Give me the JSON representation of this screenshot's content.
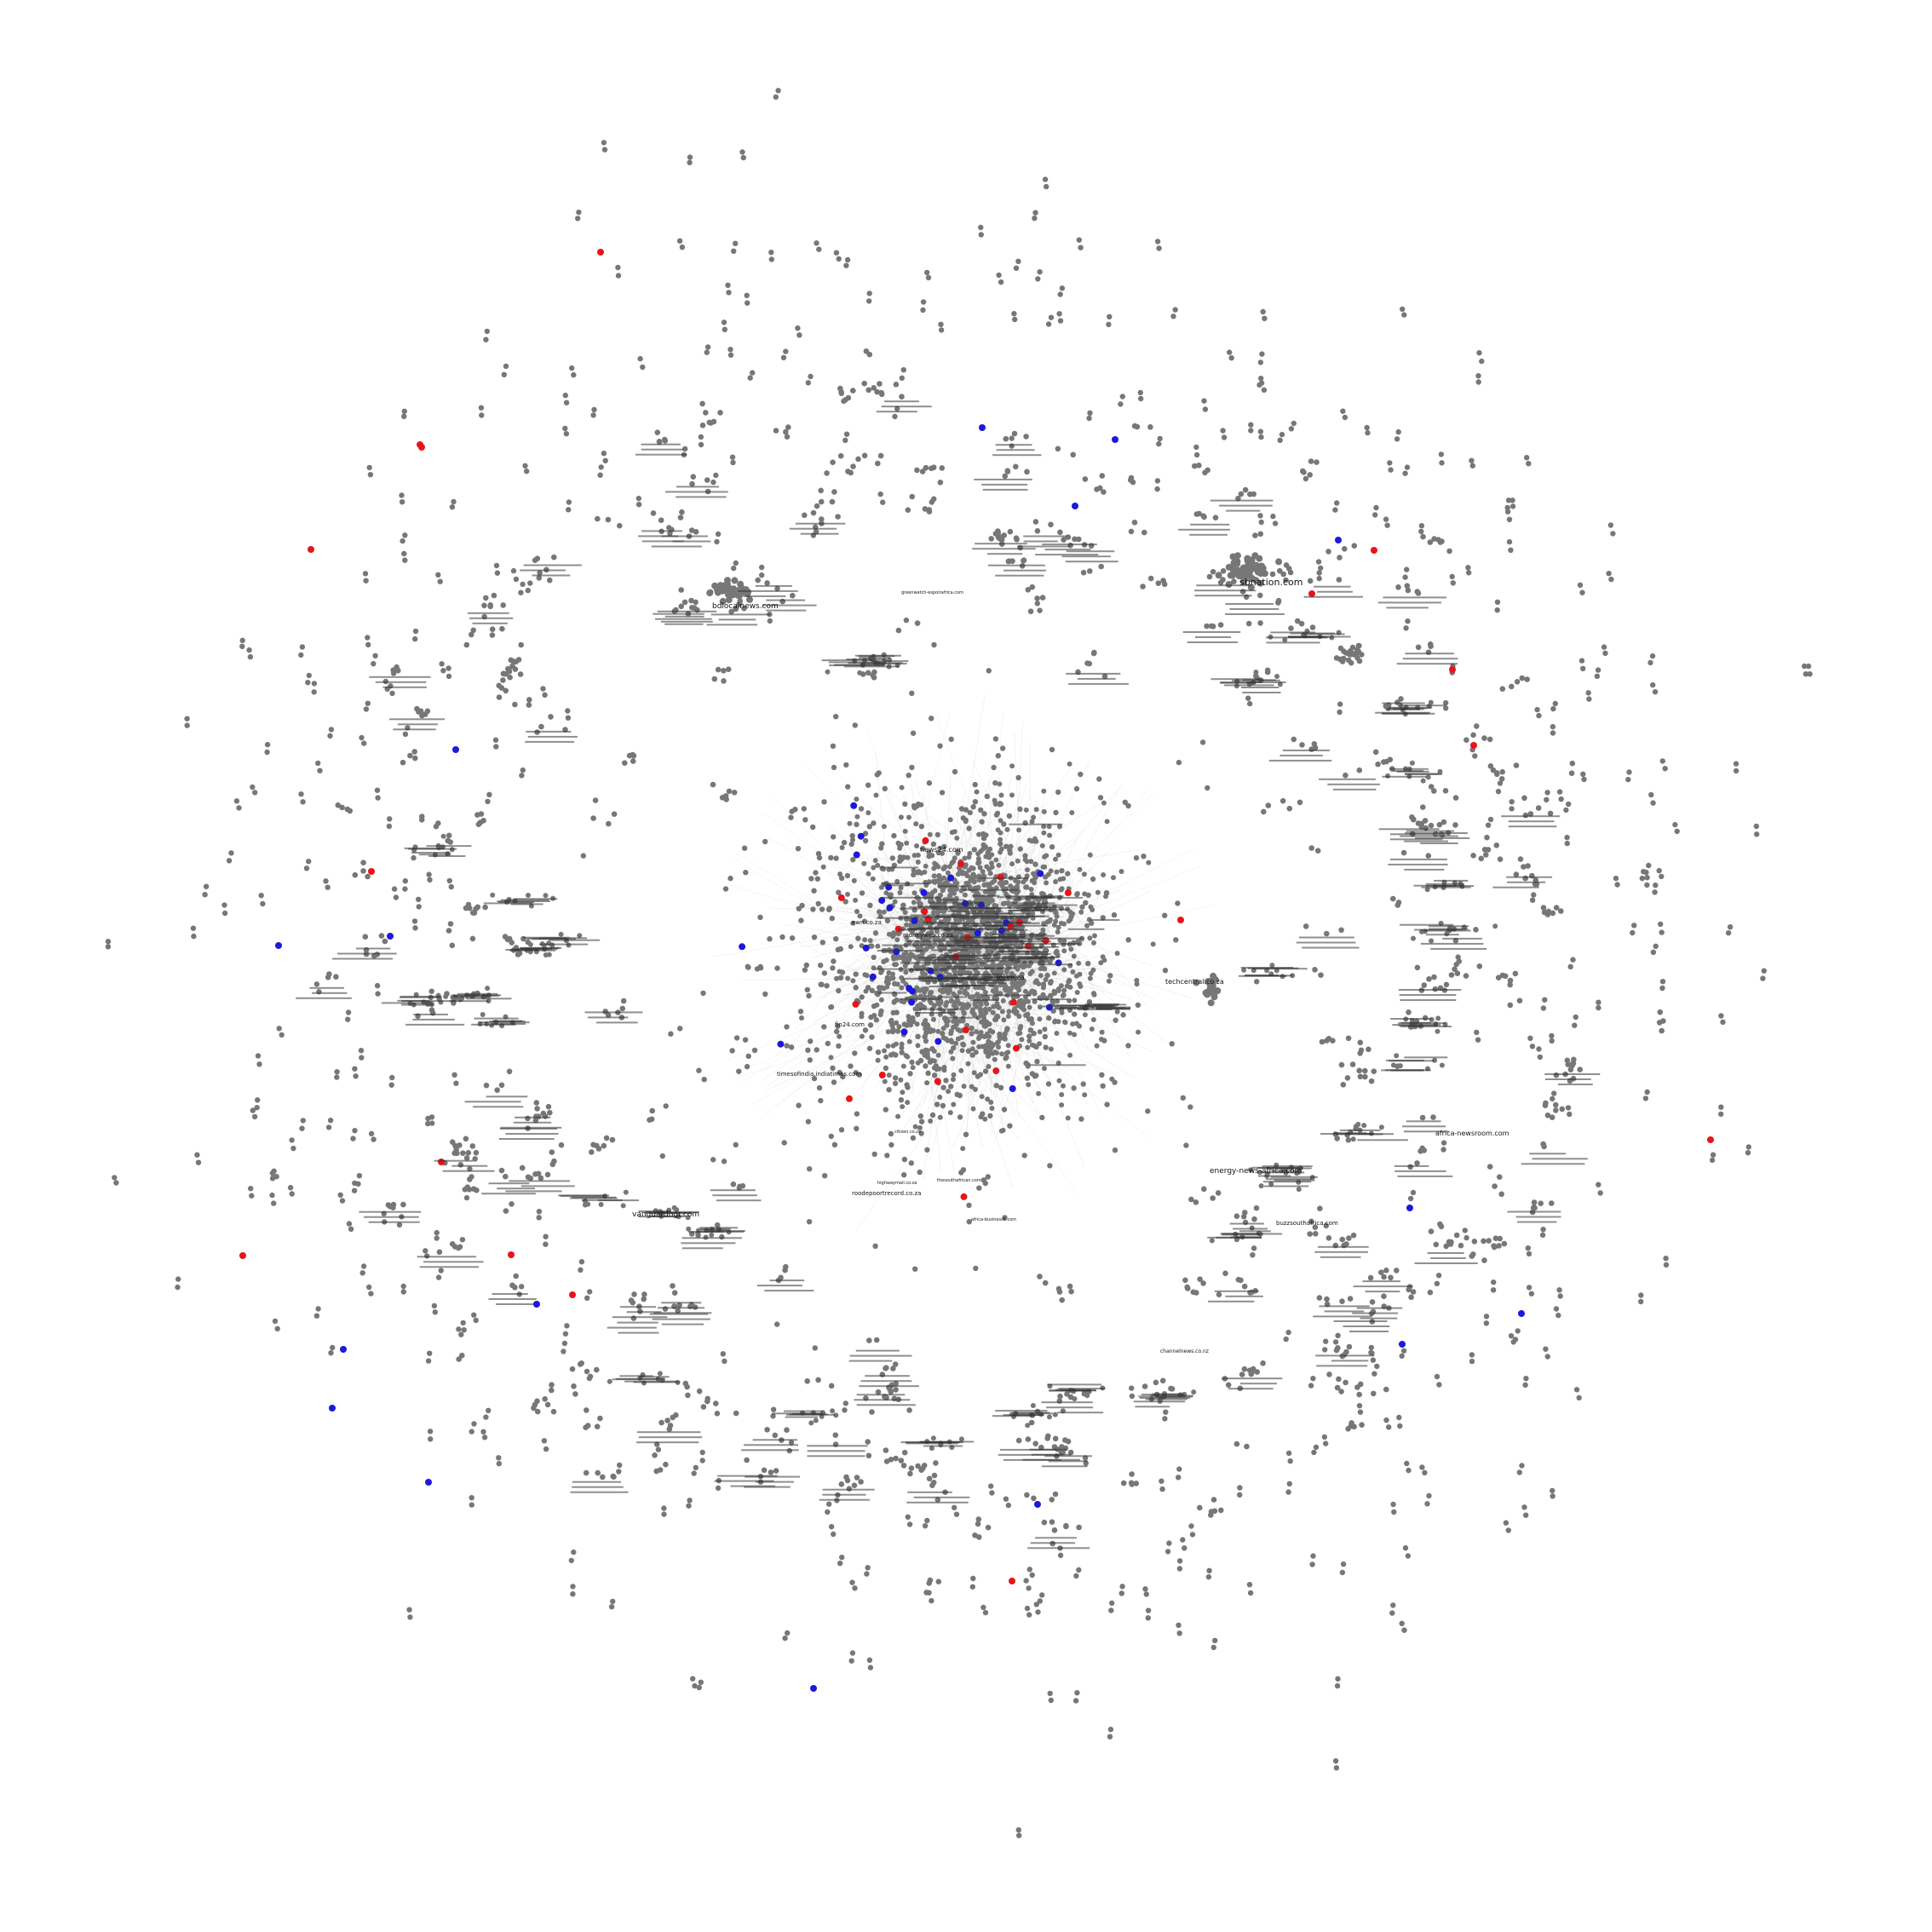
{
  "graph": {
    "colors": {
      "node_default": "#777777",
      "node_red": "#e8141b",
      "node_blue": "#1a1adb",
      "edge": "#bbbbbb",
      "label": "#111111",
      "background": "#ffffff"
    },
    "labels": {
      "sbnation": "sbnation.com",
      "bdlocalnews": "bdlocalnews.com",
      "greenwatch": "greenwatch-espoirafrica.com",
      "africa_newsroom": "africa-newsroom.com",
      "timeslive": "timesofindia.indiatimes.com",
      "roodepoort": "roodepoortrecord.co.za",
      "highway": "highwaymail.co.za",
      "thesouthafrican": "thesouthafrican.com",
      "africa_news": "africa-business5.com",
      "citizen": "citizen.co.za",
      "channelnews": "channelnews.co.nz",
      "buzzsouthafrica": "buzzsouthafrica.com",
      "energy": "energy-news-africa.com",
      "techcentral": "techcentral.co.za",
      "vanguard": "vanguardngr.com",
      "news24": "news24.com",
      "iol": "iol.co.za",
      "fin24": "fin24.com",
      "moneyweb": "moneyweb.co.za",
      "ewn": "ewn.co.za"
    }
  }
}
